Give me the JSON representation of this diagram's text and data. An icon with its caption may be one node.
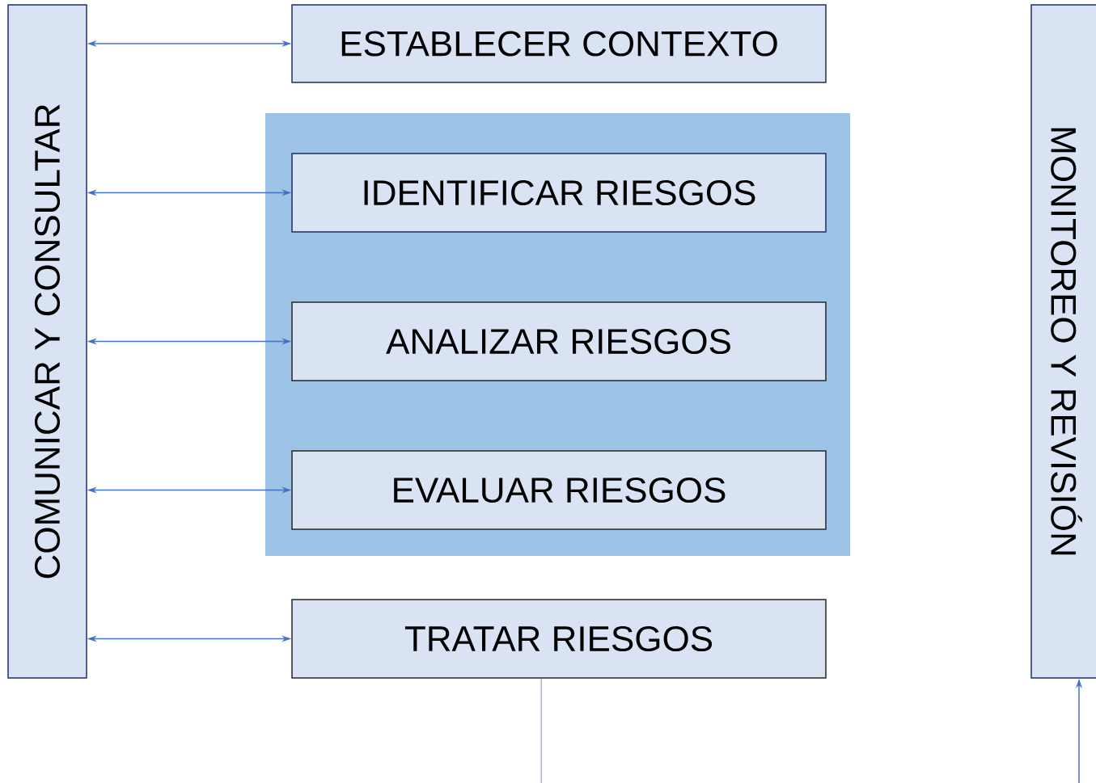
{
  "diagram": {
    "nodes": [
      {
        "text": [
          "COMUNICAR Y CONSULTAR"
        ]
      },
      {
        "text": [
          "ESTABLECER CONTEXTO"
        ]
      },
      {
        "text": [],
        "shape": "box"
      },
      {
        "text": [
          "IDENTIFICAR RIESGOS"
        ],
        "in": 2
      },
      {
        "text": [
          "ANALIZAR RIESGOS"
        ],
        "in": 2
      },
      {
        "text": [
          "EVALUAR RIESGOS"
        ],
        "in": 2
      },
      {
        "text": [
          "TRATAR RIESGOS"
        ]
      },
      {
        "text": [
          "MONITOREO Y REVISIÓN"
        ]
      }
    ],
    "edges": [
      {
        "from": 0,
        "to": 1,
        "arrow": "both"
      },
      {
        "from": 0,
        "to": 3,
        "arrow": "both"
      },
      {
        "from": 0,
        "to": 4,
        "arrow": "both"
      },
      {
        "from": 0,
        "to": 5,
        "arrow": "both"
      },
      {
        "from": 0,
        "to": 6,
        "arrow": "both"
      },
      {
        "from": 6,
        "to": null,
        "arrow": "none"
      },
      {
        "from": null,
        "to": 7,
        "arrow": "to"
      }
    ]
  }
}
